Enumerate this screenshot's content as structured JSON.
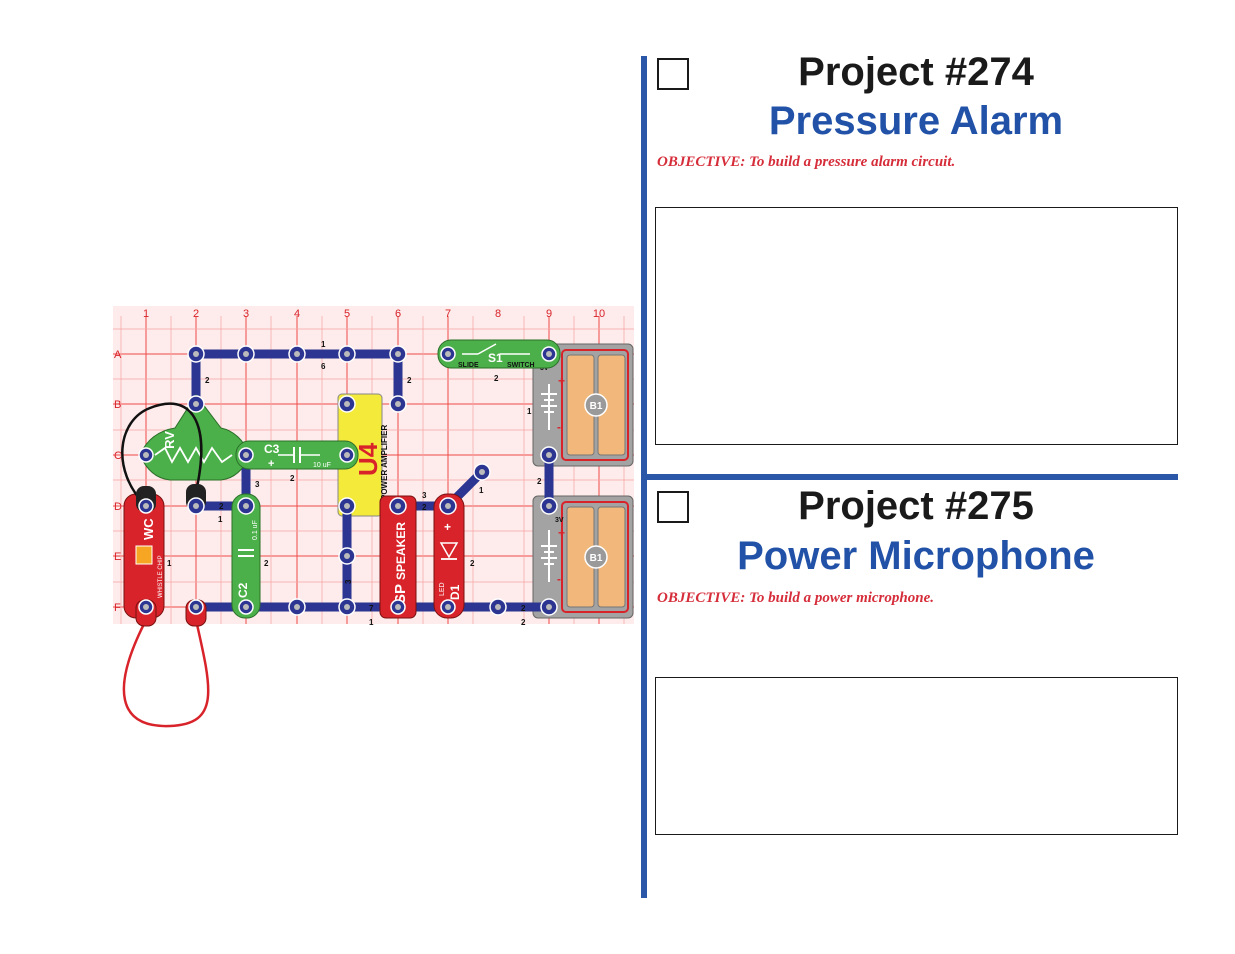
{
  "projects": [
    {
      "number_label": "Project #274",
      "title": "Pressure Alarm",
      "objective": "OBJECTIVE:  To build a pressure alarm circuit."
    },
    {
      "number_label": "Project #275",
      "title": "Power Microphone",
      "objective": "OBJECTIVE:  To build a power microphone."
    }
  ],
  "diagram": {
    "column_numbers": [
      "1",
      "2",
      "3",
      "4",
      "5",
      "6",
      "7",
      "8",
      "9",
      "10"
    ],
    "row_letters": [
      "A",
      "B",
      "C",
      "D",
      "E",
      "F"
    ],
    "parts": {
      "s1": {
        "id": "S1",
        "label_left": "SLIDE",
        "label_right": "SWITCH"
      },
      "u4": {
        "id": "U4",
        "label": "POWER AMPLIFIER"
      },
      "rv": {
        "id": "RV"
      },
      "c3": {
        "id": "C3",
        "value": "10 uF"
      },
      "c2": {
        "id": "C2",
        "value": "0.1 uF"
      },
      "wc": {
        "id": "WC",
        "label": "WHISTLE CHIP"
      },
      "sp": {
        "id": "SP",
        "label": "SPEAKER"
      },
      "d1": {
        "id": "D1",
        "label": "LED"
      },
      "b1_top": {
        "id": "B1",
        "voltage": "3V"
      },
      "b1_bottom": {
        "id": "B1",
        "voltage": "3V"
      }
    },
    "snap_numbers": {
      "a_top": "1",
      "a_six": "6",
      "a_two_switch": "2",
      "left_two": "2",
      "u4_two": "2",
      "b_one": "1",
      "c_three": "3",
      "c_two": "2",
      "d_two": "2",
      "d_one": "1",
      "sp_three": "3",
      "d1_two": "2",
      "jump_one": "1",
      "bat_two": "2",
      "e_one": "1",
      "c2_two": "2",
      "mid_three": "3",
      "d1_right_two": "2",
      "f_seven": "7",
      "f_one": "1",
      "f_two": "2",
      "f_two_right": "2"
    },
    "colors": {
      "grid": "#f04a4a",
      "wire": "#2c3591",
      "green": "#4cb04a",
      "red": "#d8232a",
      "yellow": "#f4ea3a",
      "battery": "#9a9a9a",
      "cell": "#f2b77a"
    }
  }
}
